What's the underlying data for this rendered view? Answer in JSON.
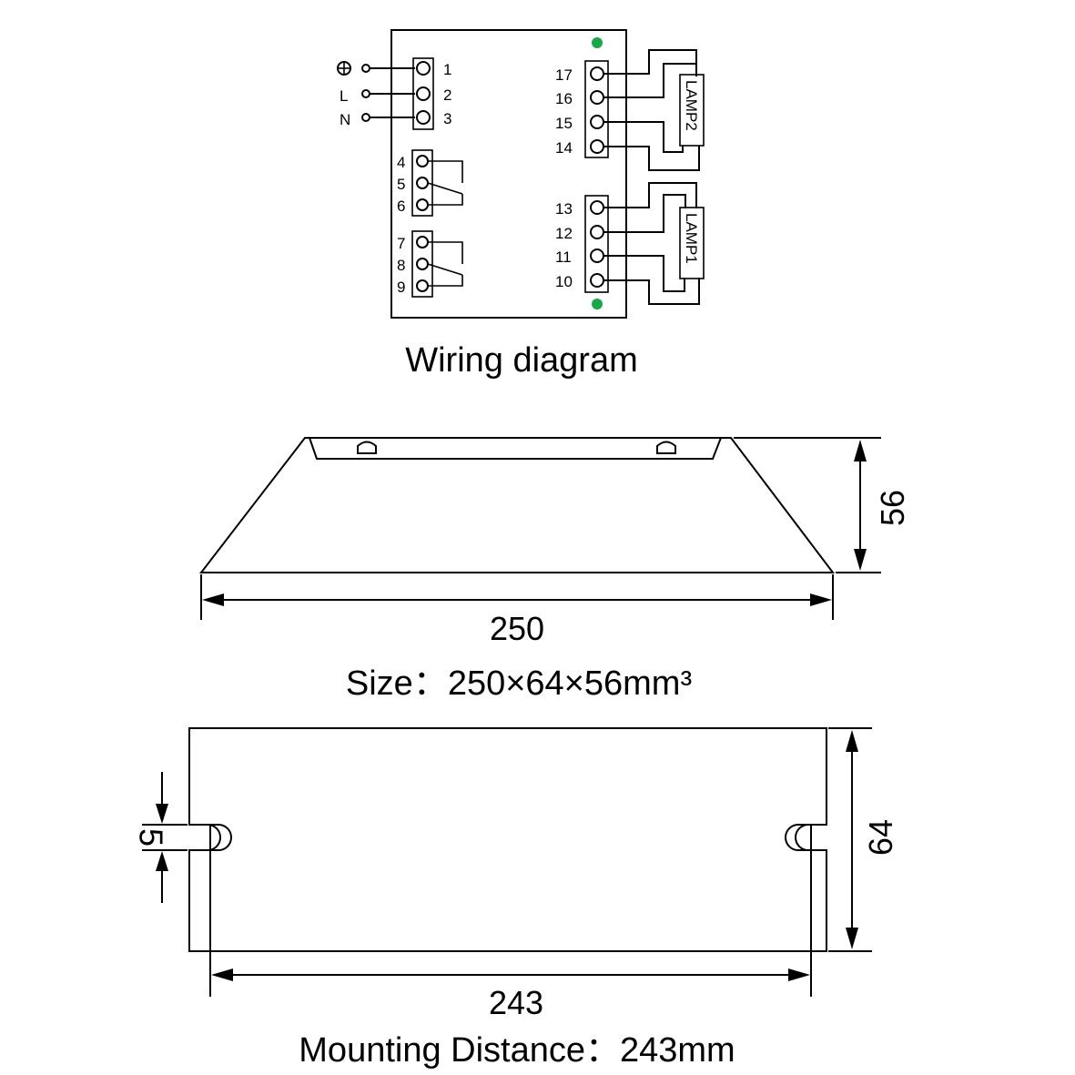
{
  "wiring": {
    "caption": "Wiring diagram",
    "input_labels": {
      "L": "L",
      "N": "N"
    },
    "terminals_input": [
      "1",
      "2",
      "3"
    ],
    "terminals_relay1": [
      "4",
      "5",
      "6"
    ],
    "terminals_relay2": [
      "7",
      "8",
      "9"
    ],
    "terminals_lamp2": [
      "17",
      "16",
      "15",
      "14"
    ],
    "terminals_lamp1": [
      "13",
      "12",
      "11",
      "10"
    ],
    "lamp2_label": "LAMP2",
    "lamp1_label": "LAMP1",
    "indicator_color": "#1aa64a"
  },
  "side_view": {
    "width_label": "250",
    "height_label": "56",
    "size_caption": "Size：250×64×56mm³"
  },
  "top_view": {
    "depth_label": "64",
    "slot_label": "5",
    "mount_label": "243",
    "mount_caption": "Mounting  Distance：243mm"
  }
}
